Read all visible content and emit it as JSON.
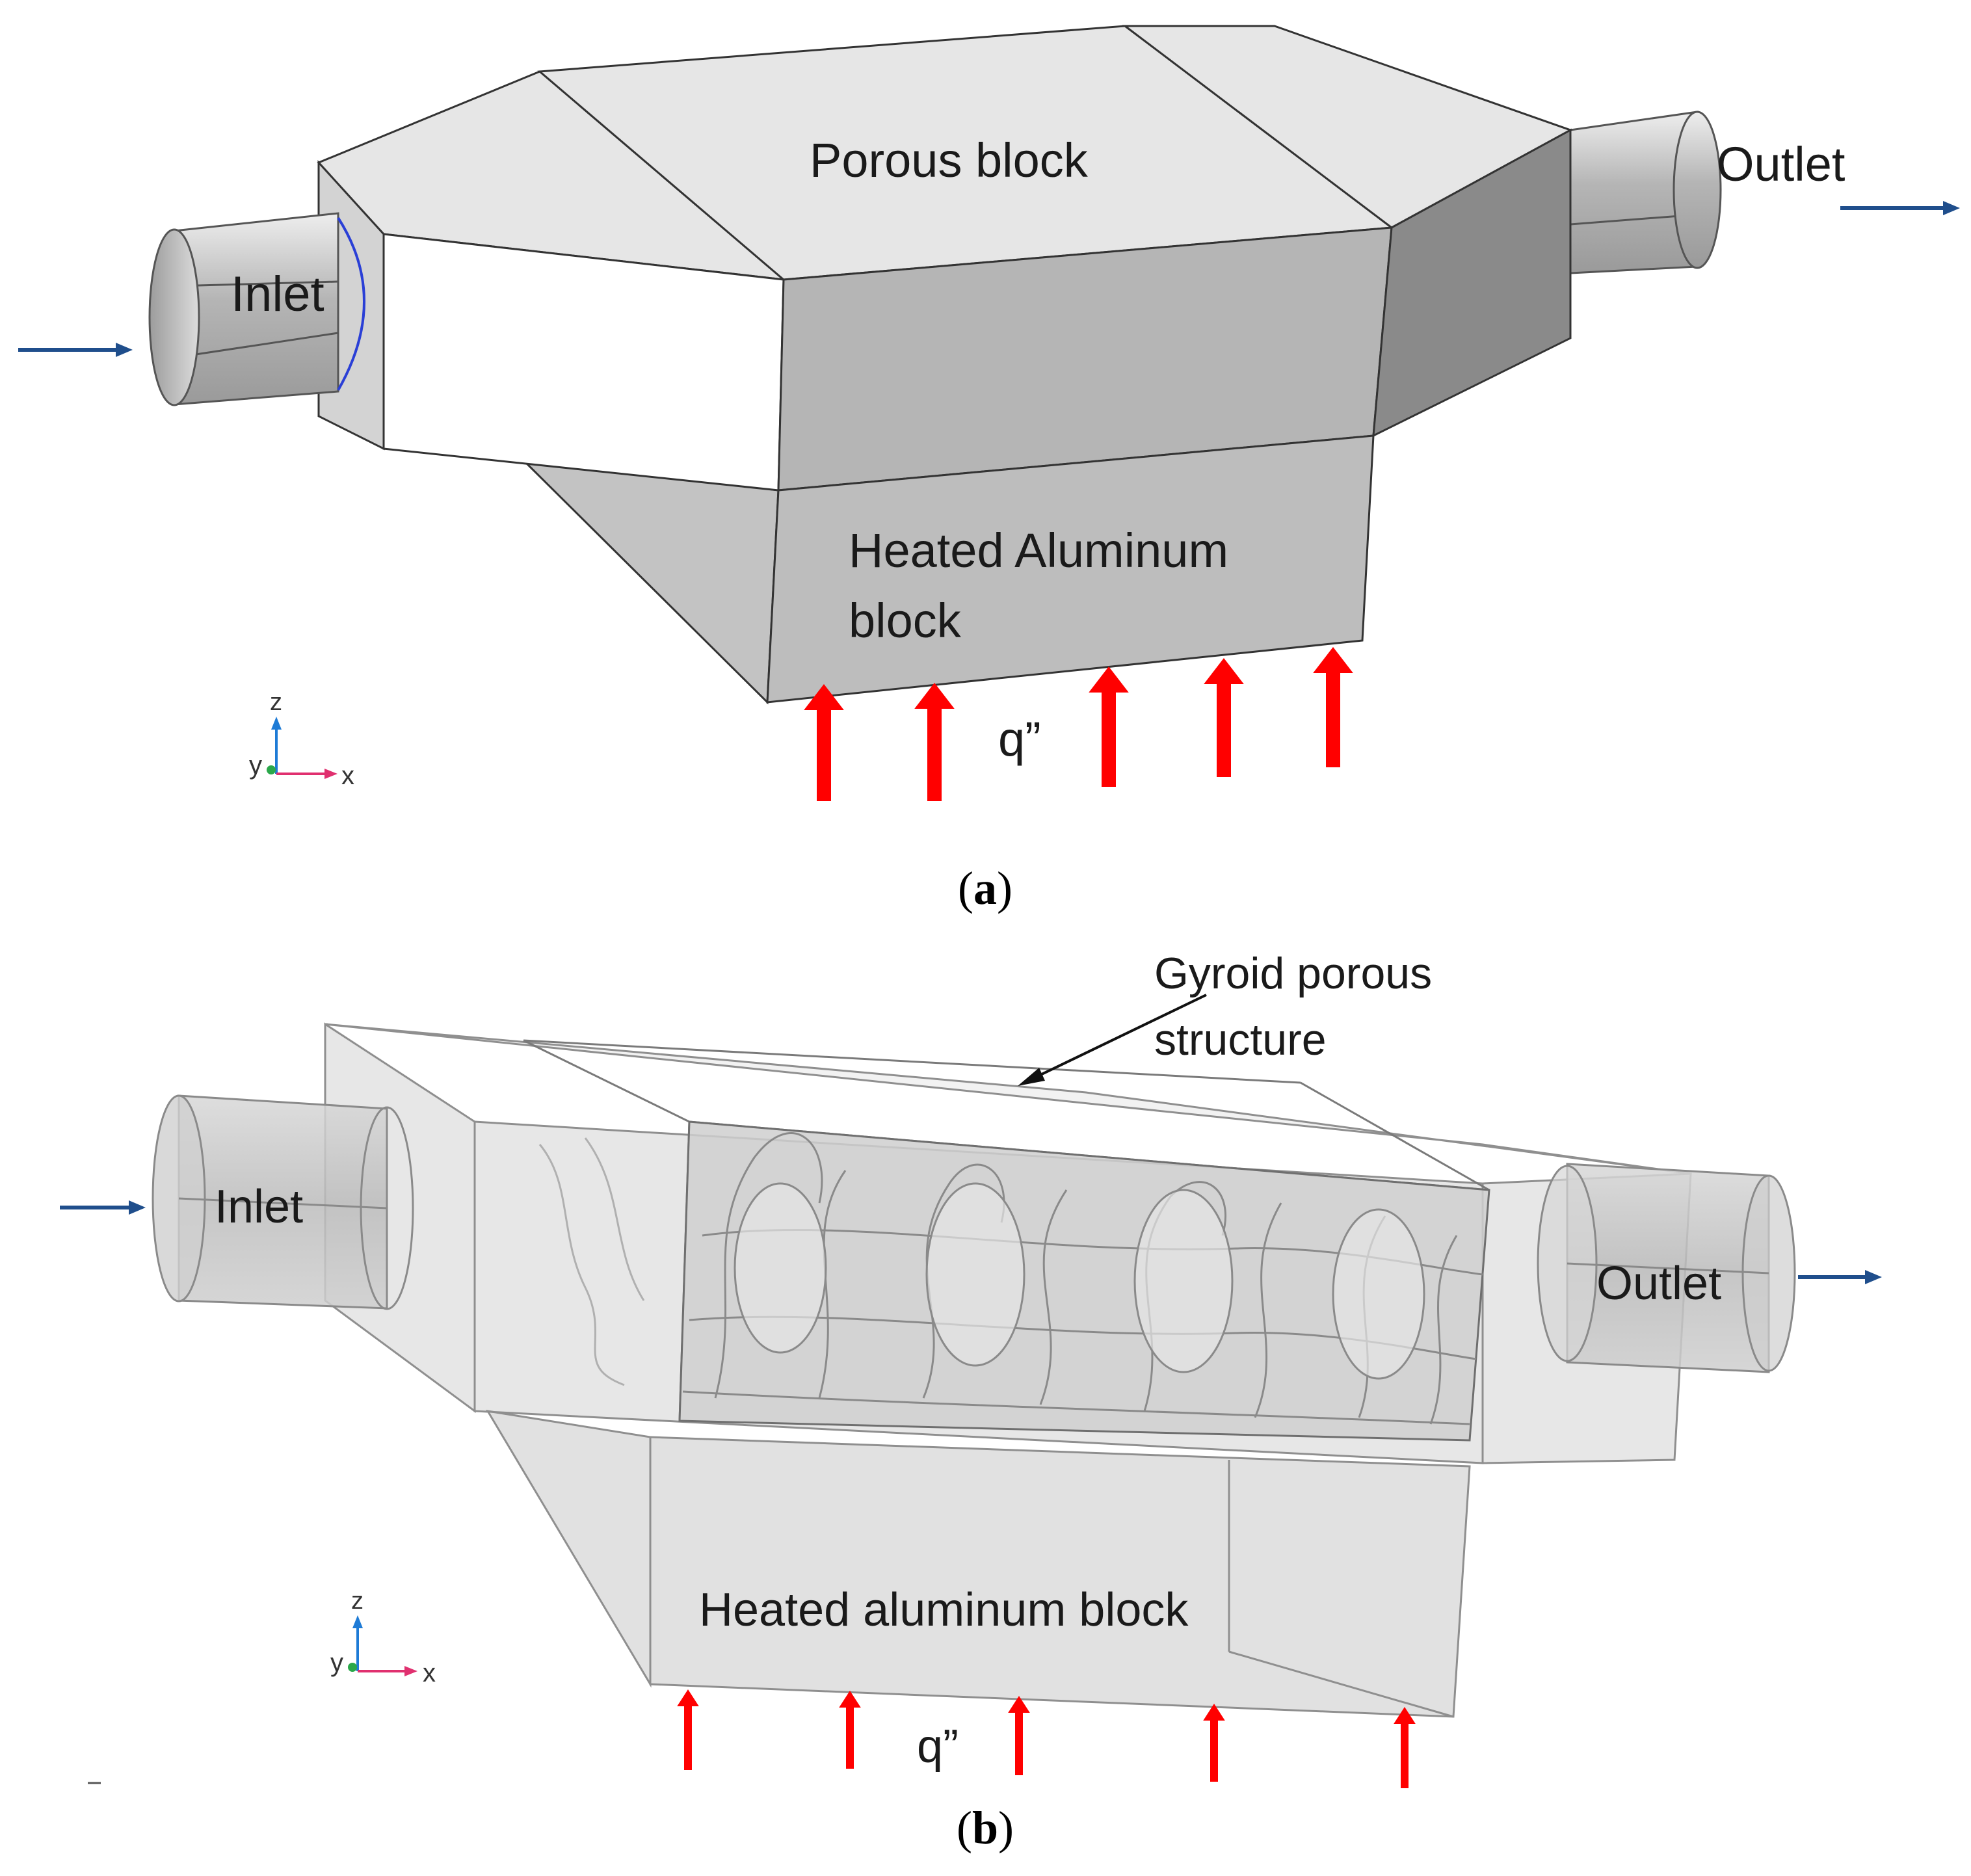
{
  "panel_a": {
    "labels": {
      "porous_block": "Porous block",
      "inlet": "Inlet",
      "outlet": "Outlet",
      "heated_block_line1": "Heated Aluminum",
      "heated_block_line2": "block",
      "heat_flux": "q”"
    },
    "caption": {
      "open": "(",
      "letter": "a",
      "close": ")"
    },
    "axes": {
      "z": "z",
      "y": "y",
      "x": "x"
    }
  },
  "panel_b": {
    "labels": {
      "gyroid_line1": "Gyroid porous",
      "gyroid_line2": "structure",
      "inlet": "Inlet",
      "outlet": "Outlet",
      "heated_block": "Heated aluminum block",
      "heat_flux": "q”"
    },
    "caption": {
      "open": "(",
      "letter": "b",
      "close": ")"
    },
    "axes": {
      "z": "z",
      "y": "y",
      "x": "x"
    }
  },
  "colors": {
    "flow_arrow": "#1f4e8c",
    "heat_arrow": "#ff0000",
    "axis_z": "#1e7bd6",
    "axis_x": "#e0306f",
    "axis_y": "#2aa84a",
    "inlet_edge": "#2a3fd6"
  }
}
